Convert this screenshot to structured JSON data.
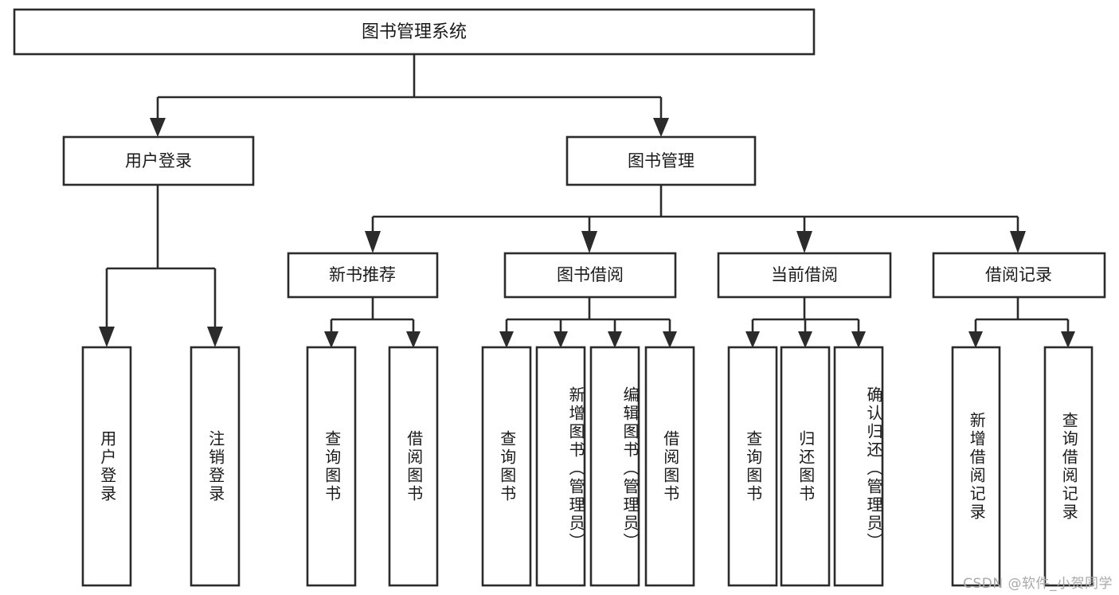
{
  "diagram": {
    "type": "tree-hierarchy",
    "title": "图书管理系统",
    "background_color": "#ffffff",
    "line_color": "#2b2b2b",
    "text_color": "#1a1a1a",
    "root": {
      "label": "图书管理系统",
      "orientation": "horizontal"
    },
    "level1": [
      {
        "label": "用户登录",
        "orientation": "horizontal"
      },
      {
        "label": "图书管理",
        "orientation": "horizontal"
      }
    ],
    "level2": [
      {
        "label": "新书推荐",
        "orientation": "horizontal",
        "parent": "图书管理"
      },
      {
        "label": "图书借阅",
        "orientation": "horizontal",
        "parent": "图书管理"
      },
      {
        "label": "当前借阅",
        "orientation": "horizontal",
        "parent": "图书管理"
      },
      {
        "label": "借阅记录",
        "orientation": "horizontal",
        "parent": "图书管理"
      }
    ],
    "leaves": {
      "用户登录": [
        {
          "label": "用户登录",
          "orientation": "vertical"
        },
        {
          "label": "注销登录",
          "orientation": "vertical"
        }
      ],
      "新书推荐": [
        {
          "label": "查询图书",
          "orientation": "vertical"
        },
        {
          "label": "借阅图书",
          "orientation": "vertical"
        }
      ],
      "图书借阅": [
        {
          "label": "查询图书",
          "orientation": "vertical"
        },
        {
          "label": "新增图书（管理员）",
          "orientation": "vertical"
        },
        {
          "label": "编辑图书（管理员）",
          "orientation": "vertical"
        },
        {
          "label": "借阅图书",
          "orientation": "vertical"
        }
      ],
      "当前借阅": [
        {
          "label": "查询图书",
          "orientation": "vertical"
        },
        {
          "label": "归还图书",
          "orientation": "vertical"
        },
        {
          "label": "确认归还（管理员）",
          "orientation": "vertical"
        }
      ],
      "借阅记录": [
        {
          "label": "新增借阅记录",
          "orientation": "vertical"
        },
        {
          "label": "查询借阅记录",
          "orientation": "vertical"
        }
      ]
    }
  },
  "watermark": {
    "text": "CSDN @软件_小贺同学",
    "color": "#a9a9a9"
  }
}
